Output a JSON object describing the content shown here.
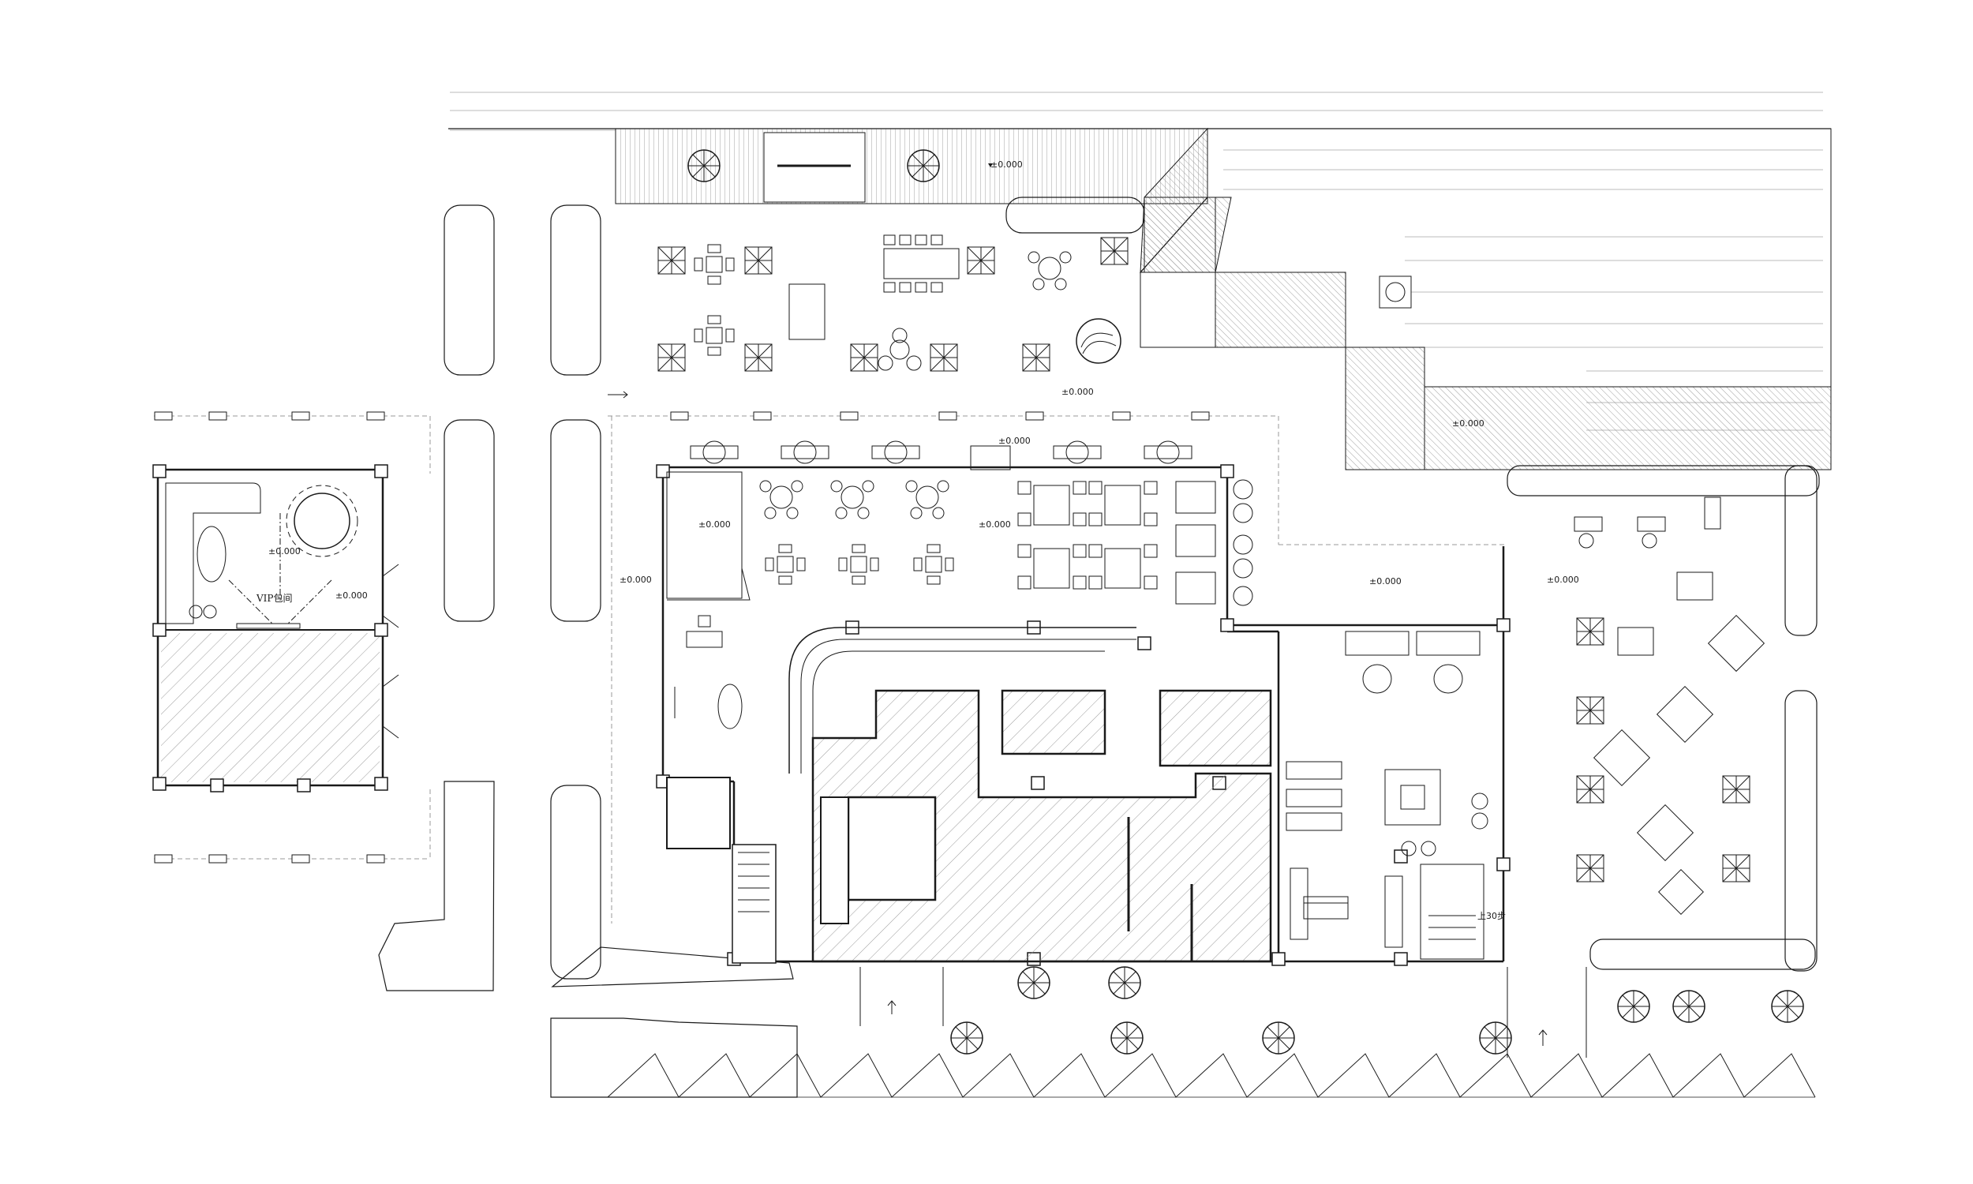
{
  "plan": {
    "levels": {
      "deck_top": "±0.000",
      "terrace": "±0.000",
      "deck_right": "±0.000",
      "vip_1": "±0.000",
      "vip_2": "±0.000",
      "corridor": "±0.000",
      "dining_left": "±0.000",
      "dining_center": "±0.000",
      "bar_strip": "±0.000",
      "lounge": "±0.000",
      "east_dining": "±0.000"
    },
    "rooms": {
      "vip": "VIP包间"
    },
    "notes": {
      "stair": "上30步"
    }
  },
  "colors": {
    "line": "#1a1a1a",
    "hatch": "#9a9a9a",
    "bg": "#ffffff"
  }
}
